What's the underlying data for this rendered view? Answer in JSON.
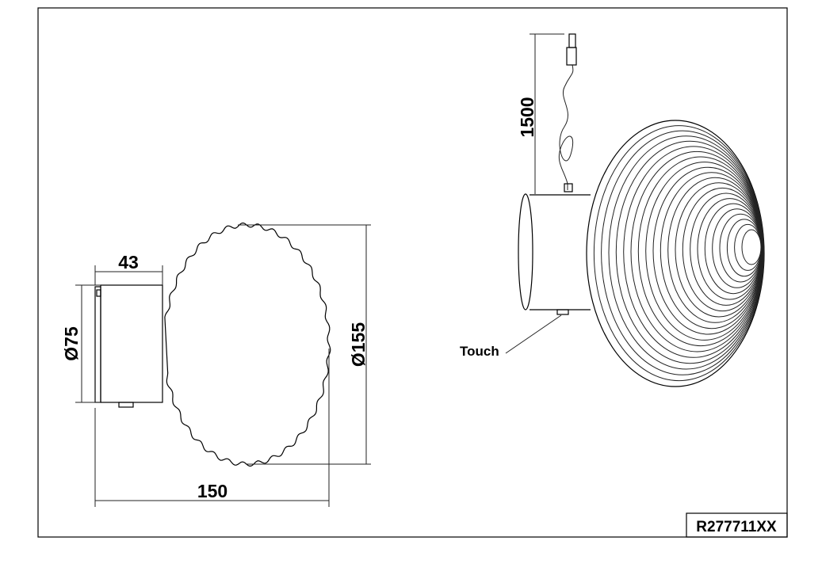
{
  "drawing": {
    "model_code": "R277711XX",
    "side_view": {
      "base_depth": "43",
      "base_diameter": "Ø75",
      "shade_diameter": "Ø155",
      "total_depth": "150"
    },
    "perspective_view": {
      "cable_length": "1500",
      "touch_label": "Touch"
    }
  }
}
